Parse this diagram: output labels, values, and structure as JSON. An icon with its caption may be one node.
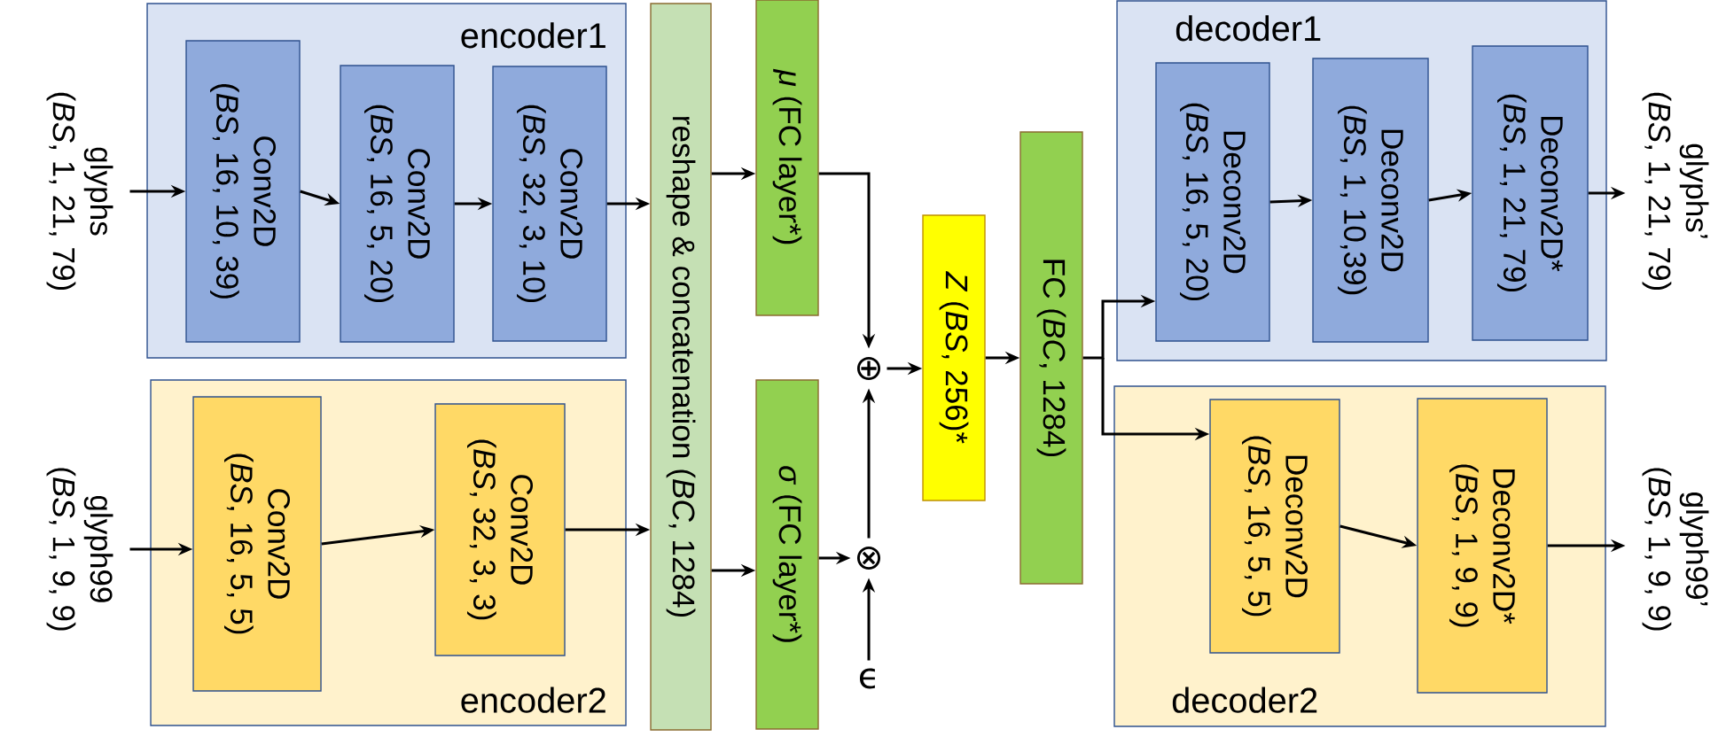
{
  "diagram": {
    "nodes": [
      {
        "text": [
          "glyphs",
          "(*BS*, 1, 21, 79)"
        ]
      },
      {
        "text": [
          "encoder1"
        ]
      },
      {
        "text": [
          "Conv2D",
          "(*BS*, 16, 10, 39)"
        ],
        "in": 1
      },
      {
        "text": [
          "Conv2D",
          "(*BS*, 16, 5, 20)"
        ],
        "in": 1
      },
      {
        "text": [
          "Conv2D",
          "(*BS*, 32, 3, 10)"
        ],
        "in": 1
      },
      {
        "text": [
          "glyph99",
          "(*BS*, 1, 9, 9)"
        ]
      },
      {
        "text": [
          "encoder2"
        ]
      },
      {
        "text": [
          "Conv2D",
          "(*BS*, 16, 5, 5)"
        ],
        "in": 6
      },
      {
        "text": [
          "Conv2D",
          "(*BS*, 32, 3, 3)"
        ],
        "in": 6
      },
      {
        "text": [
          "reshape & concatenation (*BC*, 1284)"
        ]
      },
      {
        "text": [
          "*μ* (FC layer*)"
        ]
      },
      {
        "text": [
          "*σ* (FC layer*)"
        ]
      },
      {
        "text": [
          "⊕"
        ]
      },
      {
        "text": [
          "⊗"
        ]
      },
      {
        "text": [
          "ϵ"
        ]
      },
      {
        "text": [
          "*Z* (*BS*, 256)*"
        ]
      },
      {
        "text": [
          "FC (*BC*, 1284)"
        ]
      },
      {
        "text": [
          "decoder1"
        ]
      },
      {
        "text": [
          "Deconv2D",
          "(*BS*, 16, 5, 20)"
        ],
        "in": 17
      },
      {
        "text": [
          "Deconv2D",
          "(*BS*, 1, 10,39)"
        ],
        "in": 17
      },
      {
        "text": [
          "Deconv2D*",
          "(*BS*, 1, 21, 79)"
        ],
        "in": 17
      },
      {
        "text": [
          "glyphs’",
          "(*BS*, 1, 21, 79)"
        ]
      },
      {
        "text": [
          "decoder2"
        ]
      },
      {
        "text": [
          "Deconv2D",
          "(*BS*, 16, 5, 5)"
        ],
        "in": 22
      },
      {
        "text": [
          "Deconv2D*",
          "(*BS*, 1, 9, 9)"
        ],
        "in": 22
      },
      {
        "text": [
          "glyph99’",
          "(*BS*, 1, 9, 9)"
        ]
      }
    ],
    "edges": [
      {
        "from": 0,
        "to": 2,
        "arrow": "to"
      },
      {
        "from": 2,
        "to": 3,
        "arrow": "to"
      },
      {
        "from": 3,
        "to": 4,
        "arrow": "to"
      },
      {
        "from": 4,
        "to": 9,
        "arrow": "to"
      },
      {
        "from": 5,
        "to": 7,
        "arrow": "to"
      },
      {
        "from": 7,
        "to": 8,
        "arrow": "to"
      },
      {
        "from": 8,
        "to": 9,
        "arrow": "to"
      },
      {
        "from": 9,
        "to": 10,
        "arrow": "to"
      },
      {
        "from": 9,
        "to": 11,
        "arrow": "to"
      },
      {
        "from": 10,
        "to": 12,
        "arrow": "to"
      },
      {
        "from": 11,
        "to": 13,
        "arrow": "to"
      },
      {
        "from": 14,
        "to": 13,
        "arrow": "to"
      },
      {
        "from": 13,
        "to": 12,
        "arrow": "to"
      },
      {
        "from": 12,
        "to": 15,
        "arrow": "to"
      },
      {
        "from": 15,
        "to": 16,
        "arrow": "to"
      },
      {
        "from": 16,
        "to": 18,
        "arrow": "to"
      },
      {
        "from": 16,
        "to": 23,
        "arrow": "to"
      },
      {
        "from": 18,
        "to": 19,
        "arrow": "to"
      },
      {
        "from": 19,
        "to": 20,
        "arrow": "to"
      },
      {
        "from": 20,
        "to": 21,
        "arrow": "to"
      },
      {
        "from": 23,
        "to": 24,
        "arrow": "to"
      },
      {
        "from": 24,
        "to": 25,
        "arrow": "to"
      }
    ]
  }
}
